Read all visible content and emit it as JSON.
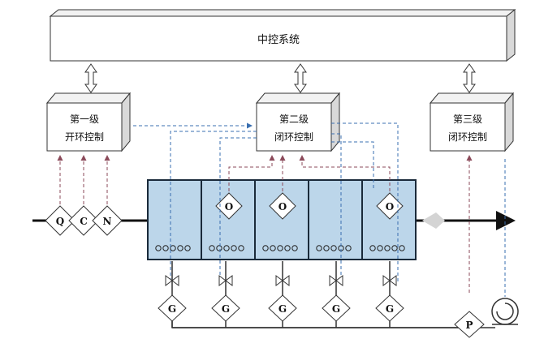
{
  "central": {
    "label": "中控系统"
  },
  "level1": {
    "line1": "第一级",
    "line2": "开环控制"
  },
  "level2": {
    "line1": "第二级",
    "line2": "闭环控制"
  },
  "level3": {
    "line1": "第三级",
    "line2": "闭环控制"
  },
  "inputs": {
    "q": "Q",
    "c": "C",
    "n": "N"
  },
  "sensor_label": "O",
  "valve_label": "G",
  "pump_label": "P",
  "colors": {
    "tank": "#bcd6ea",
    "dashed_link": "#3a6fb0",
    "feedback_arrow": "#8b4a5a"
  }
}
